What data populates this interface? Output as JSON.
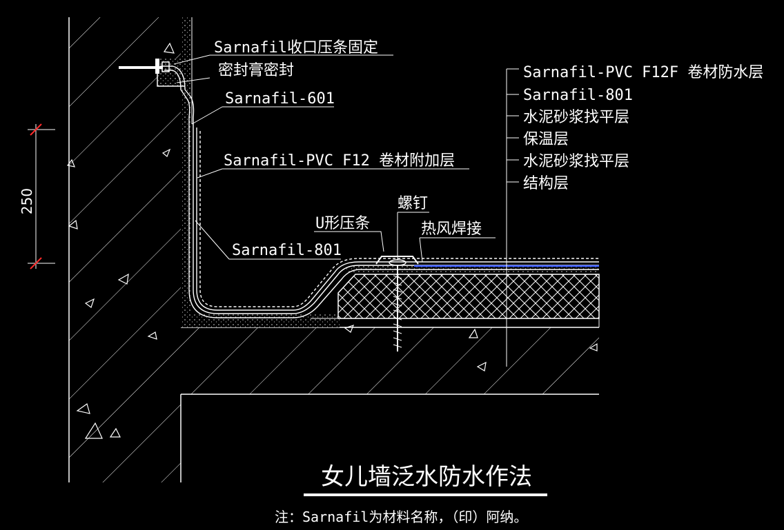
{
  "drawing": {
    "title": "女儿墙泛水防水作法",
    "note": "注：Sarnafil为材料名称，（印）阿纳。",
    "dimension": "250",
    "labels": {
      "fix_strip": "Sarnafil收口压条固定",
      "sealant": "密封膏密封",
      "s601": "Sarnafil-601",
      "pvc_f12": "Sarnafil-PVC F12 卷材附加层",
      "s801_left": "Sarnafil-801",
      "screw": "螺钉",
      "u_strip": "U形压条",
      "hot_air_weld": "热风焊接"
    },
    "layers": [
      "Sarnafil-PVC F12F 卷材防水层",
      "Sarnafil-801",
      "水泥砂浆找平层",
      "保温层",
      "水泥砂浆找平层",
      "结构层"
    ]
  },
  "colors": {
    "background": "#000000",
    "line": "#ffffff",
    "dimension_tick": "#ff2a2a",
    "membrane_blue": "#3a5cff"
  }
}
